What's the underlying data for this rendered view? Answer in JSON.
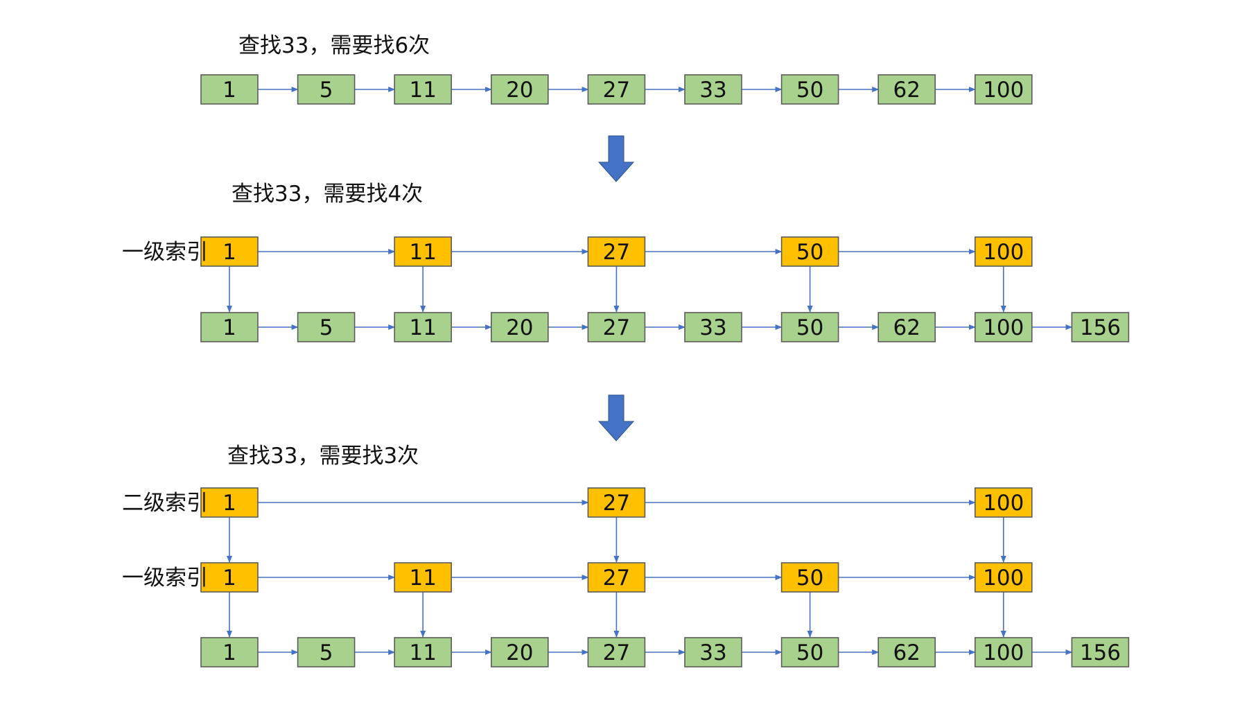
{
  "colors": {
    "base_node": "#a9d18e",
    "index_node": "#ffc000",
    "node_border": "#5a5a5a",
    "link": "#4472c4",
    "big_arrow": "#4472c4"
  },
  "sections": [
    {
      "caption": "查找33，需要找6次",
      "index_levels": [],
      "base_label": "",
      "base_values": [
        "1",
        "5",
        "11",
        "20",
        "27",
        "33",
        "50",
        "62",
        "100"
      ]
    },
    {
      "caption": "查找33，需要找4次",
      "index_levels": [
        {
          "label": "一级索引",
          "values": [
            "1",
            "11",
            "27",
            "50",
            "100"
          ]
        }
      ],
      "base_label": "",
      "base_values": [
        "1",
        "5",
        "11",
        "20",
        "27",
        "33",
        "50",
        "62",
        "100",
        "156"
      ]
    },
    {
      "caption": "查找33，需要找3次",
      "index_levels": [
        {
          "label": "二级索引",
          "values": [
            "1",
            "27",
            "100"
          ]
        },
        {
          "label": "一级索引",
          "values": [
            "1",
            "11",
            "27",
            "50",
            "100"
          ]
        }
      ],
      "base_label": "",
      "base_values": [
        "1",
        "5",
        "11",
        "20",
        "27",
        "33",
        "50",
        "62",
        "100",
        "156"
      ]
    }
  ]
}
